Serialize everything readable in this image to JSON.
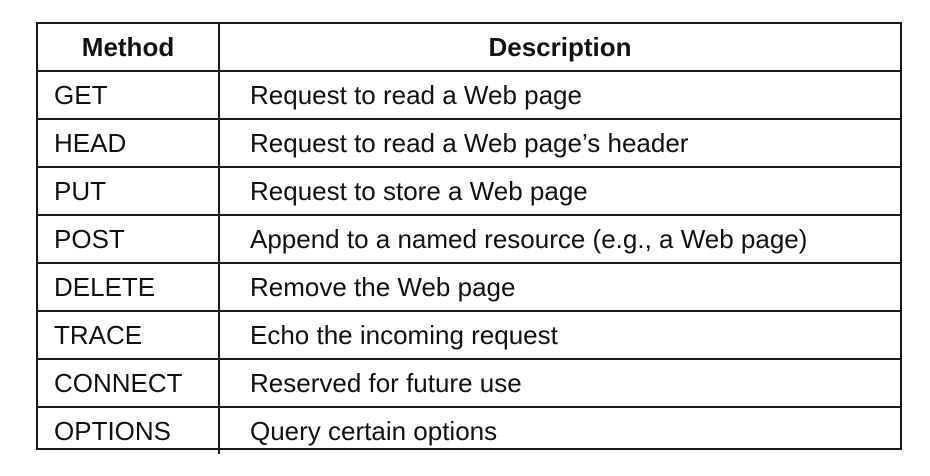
{
  "table": {
    "headers": {
      "method": "Method",
      "description": "Description"
    },
    "rows": [
      {
        "method": "GET",
        "description": "Request to read a Web page"
      },
      {
        "method": "HEAD",
        "description": "Request to read a Web page’s header"
      },
      {
        "method": "PUT",
        "description": "Request to store a Web page"
      },
      {
        "method": "POST",
        "description": "Append to a named resource (e.g., a Web page)"
      },
      {
        "method": "DELETE",
        "description": "Remove the Web page"
      },
      {
        "method": "TRACE",
        "description": "Echo the incoming request"
      },
      {
        "method": "CONNECT",
        "description": "Reserved for future use"
      },
      {
        "method": "OPTIONS",
        "description": "Query certain options"
      }
    ]
  }
}
